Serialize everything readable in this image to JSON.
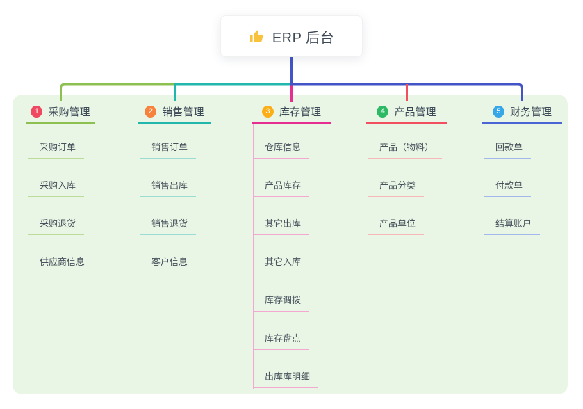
{
  "root": {
    "title": "ERP 后台",
    "icon": "thumbs-up",
    "icon_color": "#f9c23c",
    "card_bg": "#ffffff"
  },
  "panel": {
    "bg": "#eaf6e5"
  },
  "connectors": {
    "root_color": "#4254c6"
  },
  "branches": [
    {
      "number": "1",
      "title": "采购管理",
      "badge_color": "#ef4860",
      "line_color": "#8cc152",
      "light_color": "#bbdc98",
      "items": [
        "采购订单",
        "采购入库",
        "采购退货",
        "供应商信息"
      ]
    },
    {
      "number": "2",
      "title": "销售管理",
      "badge_color": "#f6823c",
      "line_color": "#21b7ad",
      "light_color": "#9cdcd5",
      "items": [
        "销售订单",
        "销售出库",
        "销售退货",
        "客户信息"
      ]
    },
    {
      "number": "3",
      "title": "库存管理",
      "badge_color": "#fcae17",
      "line_color": "#e52e90",
      "light_color": "#f3a7d1",
      "items": [
        "仓库信息",
        "产品库存",
        "其它出库",
        "其它入库",
        "库存调拨",
        "库存盘点",
        "出库库明细"
      ]
    },
    {
      "number": "4",
      "title": "产品管理",
      "badge_color": "#2eb964",
      "line_color": "#f25060",
      "light_color": "#f8b6b6",
      "items": [
        "产品（物料）",
        "产品分类",
        "产品单位"
      ]
    },
    {
      "number": "5",
      "title": "财务管理",
      "badge_color": "#38a7e8",
      "line_color": "#4a65d6",
      "light_color": "#a3b8ea",
      "items": [
        "回款单",
        "付款单",
        "结算账户"
      ]
    }
  ]
}
